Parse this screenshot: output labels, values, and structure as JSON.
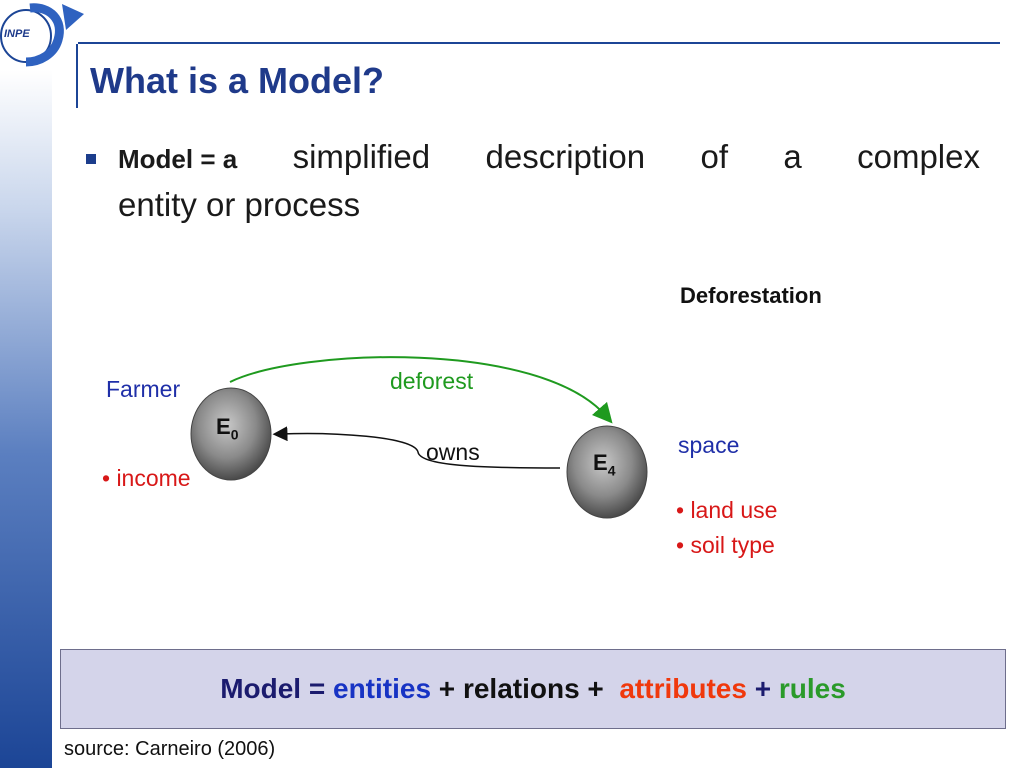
{
  "logo": {
    "text": "INPE"
  },
  "title": "What is a Model?",
  "bullet": {
    "bold": "Model = a",
    "line1_words": [
      "simplified",
      "description",
      "of",
      "a",
      "complex"
    ],
    "line2": "entity or process"
  },
  "diagram": {
    "heading": "Deforestation",
    "farmer": "Farmer",
    "e0_base": "E",
    "e0_sub": "0",
    "e4_base": "E",
    "e4_sub": "4",
    "relation_deforest": "deforest",
    "relation_owns": "owns",
    "income": "• income",
    "space": "space",
    "land_use": "• land use",
    "soil_type": "• soil type"
  },
  "formula": {
    "model": "Model = ",
    "entities": "entities",
    "plus1": " + ",
    "relations": "relations",
    "plus2": " +  ",
    "attributes": "attributes",
    "plus3": " + ",
    "rules": "rules"
  },
  "source": "source: Carneiro (2006)",
  "colors": {
    "accent": "#1c4596",
    "farmer_blue": "#1f2fa8",
    "attribute_red": "#d81818",
    "relation_green": "#1f9a1f"
  }
}
